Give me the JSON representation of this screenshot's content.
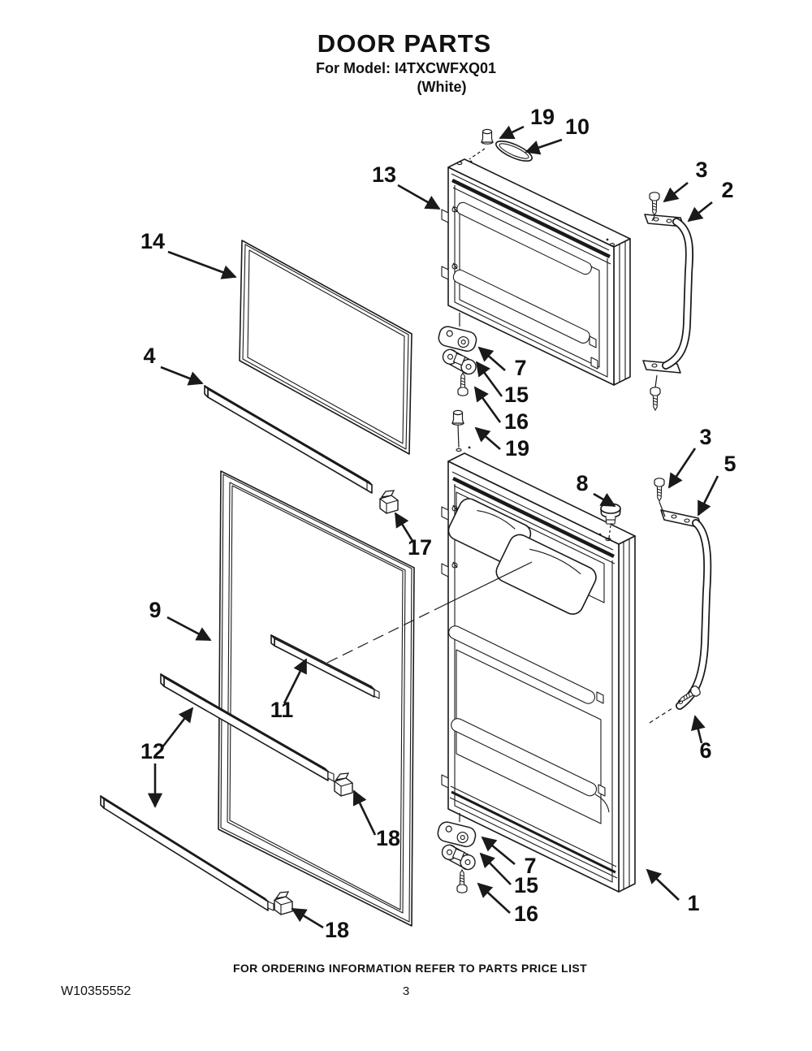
{
  "header": {
    "title": "DOOR PARTS",
    "model_line": "For Model: I4TXCWFXQ01",
    "color_line": "(White)"
  },
  "footer": {
    "note": "FOR ORDERING INFORMATION REFER TO PARTS PRICE LIST",
    "doc_number": "W10355552",
    "page_number": "3"
  },
  "colors": {
    "line": "#1a1a1a",
    "background": "#ffffff"
  },
  "diagram": {
    "callouts": [
      {
        "id": "19-top",
        "label": "19"
      },
      {
        "id": "10",
        "label": "10"
      },
      {
        "id": "13",
        "label": "13"
      },
      {
        "id": "3-top",
        "label": "3"
      },
      {
        "id": "2",
        "label": "2"
      },
      {
        "id": "14",
        "label": "14"
      },
      {
        "id": "4",
        "label": "4"
      },
      {
        "id": "7-mid",
        "label": "7"
      },
      {
        "id": "15-mid",
        "label": "15"
      },
      {
        "id": "16-mid",
        "label": "16"
      },
      {
        "id": "19-mid",
        "label": "19"
      },
      {
        "id": "3-mid",
        "label": "3"
      },
      {
        "id": "8",
        "label": "8"
      },
      {
        "id": "5",
        "label": "5"
      },
      {
        "id": "17",
        "label": "17"
      },
      {
        "id": "9",
        "label": "9"
      },
      {
        "id": "11",
        "label": "11"
      },
      {
        "id": "12",
        "label": "12"
      },
      {
        "id": "6",
        "label": "6"
      },
      {
        "id": "18-upper",
        "label": "18"
      },
      {
        "id": "7-bottom",
        "label": "7"
      },
      {
        "id": "15-bottom",
        "label": "15"
      },
      {
        "id": "16-bottom",
        "label": "16"
      },
      {
        "id": "18-lower",
        "label": "18"
      },
      {
        "id": "1",
        "label": "1"
      }
    ]
  }
}
